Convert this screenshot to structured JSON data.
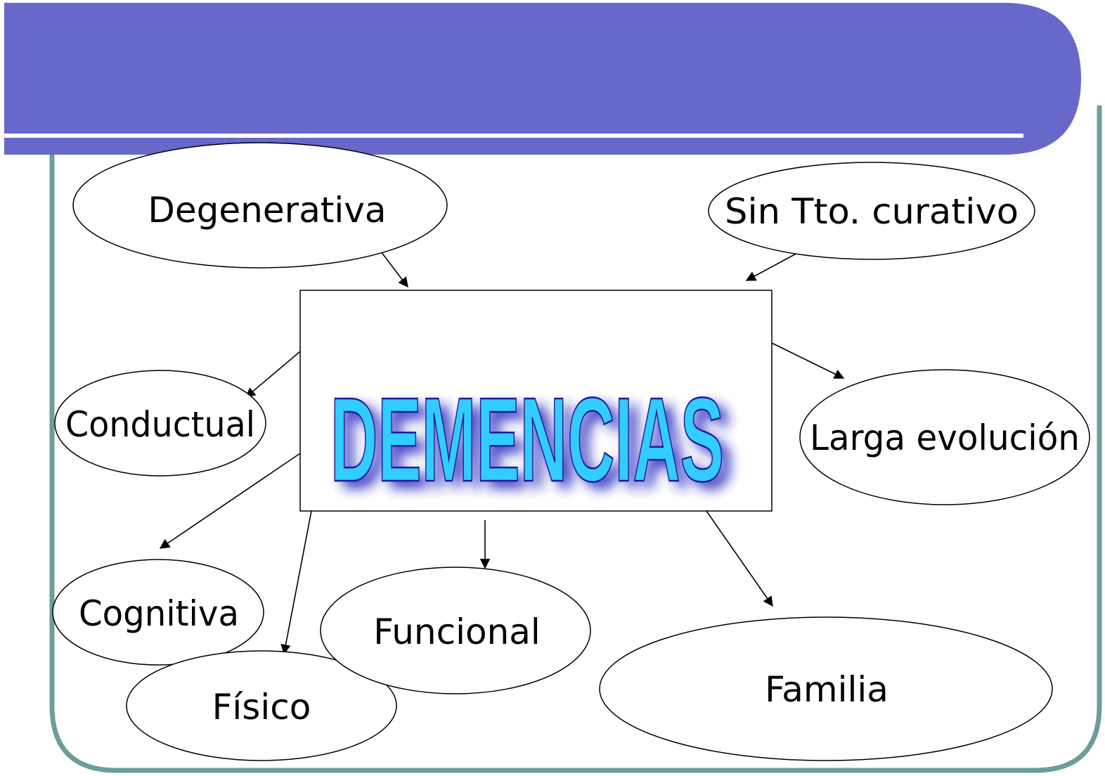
{
  "colors": {
    "header_band": "#6868CA",
    "header_line": "#FFFFFF",
    "frame_border": "#6D9C9C",
    "wordart_fill": "#33CCFF",
    "wordart_outline": "#1A1A99",
    "wordart_shadow": "#2222BB"
  },
  "center": {
    "title": "DEMENCIAS"
  },
  "nodes": {
    "degenerativa": "Degenerativa",
    "sin_tto": "Sin Tto. curativo",
    "conductual": "Conductual",
    "larga": "Larga evolución",
    "cognitiva": "Cognitiva",
    "funcional": "Funcional",
    "fisico": "Físico",
    "familia": "Familia"
  }
}
